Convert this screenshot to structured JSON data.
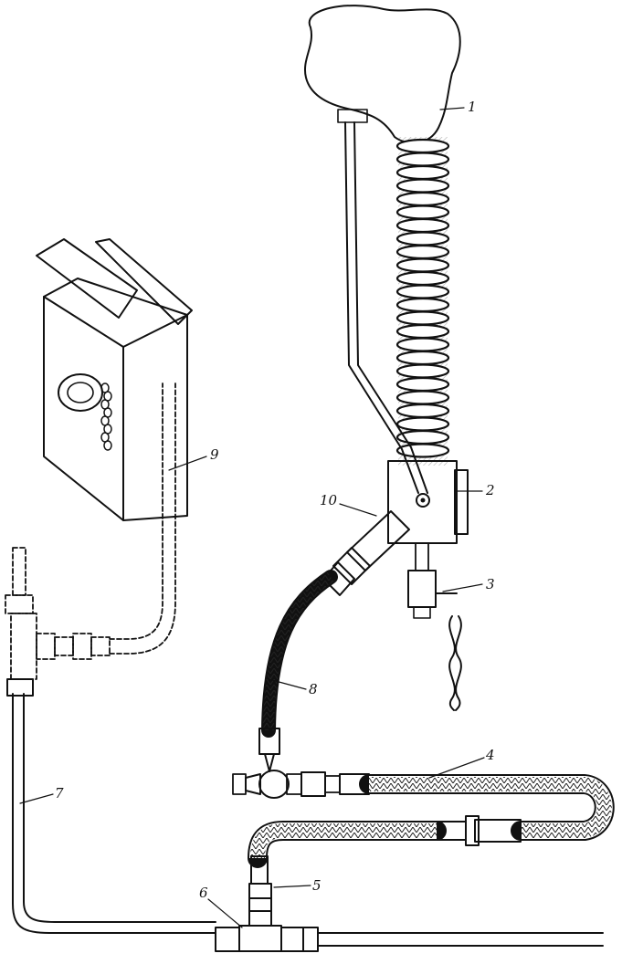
{
  "figure": {
    "callouts": [
      {
        "id": "c1",
        "label": "1"
      },
      {
        "id": "c2",
        "label": "2"
      },
      {
        "id": "c3",
        "label": "3"
      },
      {
        "id": "c4",
        "label": "4"
      },
      {
        "id": "c5",
        "label": "5"
      },
      {
        "id": "c6",
        "label": "6"
      },
      {
        "id": "c7",
        "label": "7"
      },
      {
        "id": "c8",
        "label": "8"
      },
      {
        "id": "c9",
        "label": "9"
      },
      {
        "id": "c10",
        "label": "10"
      }
    ],
    "colors": {
      "ink": "#111111",
      "paper": "#ffffff",
      "shade": "#444444"
    }
  }
}
